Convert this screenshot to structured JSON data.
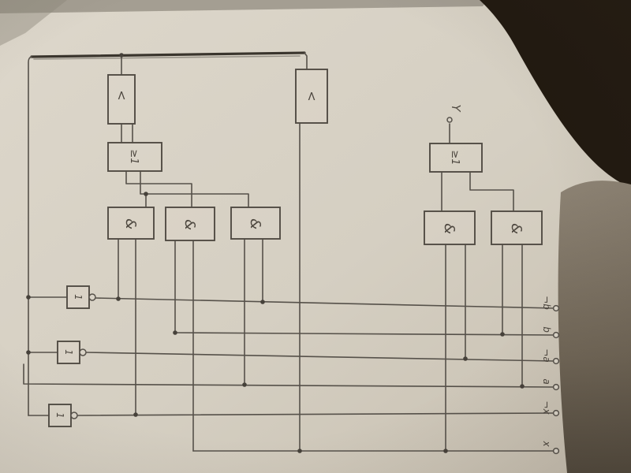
{
  "diagram": {
    "output_label": "Y",
    "gates": {
      "ff1": {
        "type": "flipflop",
        "label": "<"
      },
      "ff2": {
        "type": "flipflop",
        "label": "<"
      },
      "or1": {
        "type": "or",
        "label": "≥1"
      },
      "or2": {
        "type": "or",
        "label": "≥1"
      },
      "and1": {
        "type": "and",
        "label": "&"
      },
      "and2": {
        "type": "and",
        "label": "&"
      },
      "and3": {
        "type": "and",
        "label": "&"
      },
      "and4": {
        "type": "and",
        "label": "&"
      },
      "and5": {
        "type": "and",
        "label": "&"
      },
      "inv1": {
        "type": "not",
        "label": "1"
      },
      "inv2": {
        "type": "not",
        "label": "1"
      },
      "inv3": {
        "type": "not",
        "label": "1"
      }
    },
    "terminals": [
      "¬b",
      "b",
      "¬a",
      "a",
      "¬x",
      "x"
    ]
  },
  "colors": {
    "paper": "#d8d2c6",
    "ink": "#56514a",
    "dark_corner": "#211910",
    "shadow_band": "#8a8071"
  }
}
